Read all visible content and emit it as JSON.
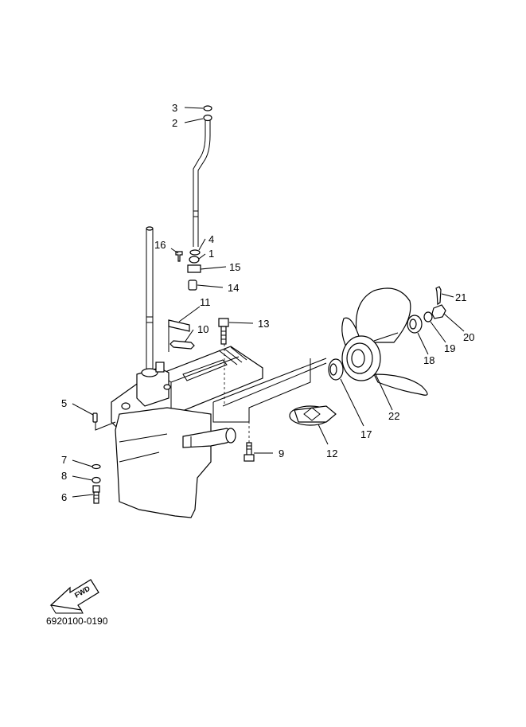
{
  "callouts": {
    "p1": "1",
    "p2": "2",
    "p3": "3",
    "p4": "4",
    "p5": "5",
    "p6": "6",
    "p7": "7",
    "p8": "8",
    "p9": "9",
    "p10": "10",
    "p11": "11",
    "p12": "12",
    "p13": "13",
    "p14": "14",
    "p15": "15",
    "p16": "16",
    "p17": "17",
    "p18": "18",
    "p19": "19",
    "p20": "20",
    "p21": "21",
    "p22": "22"
  },
  "fwd_label": "FWD",
  "catalog_number": "6920100-0190"
}
